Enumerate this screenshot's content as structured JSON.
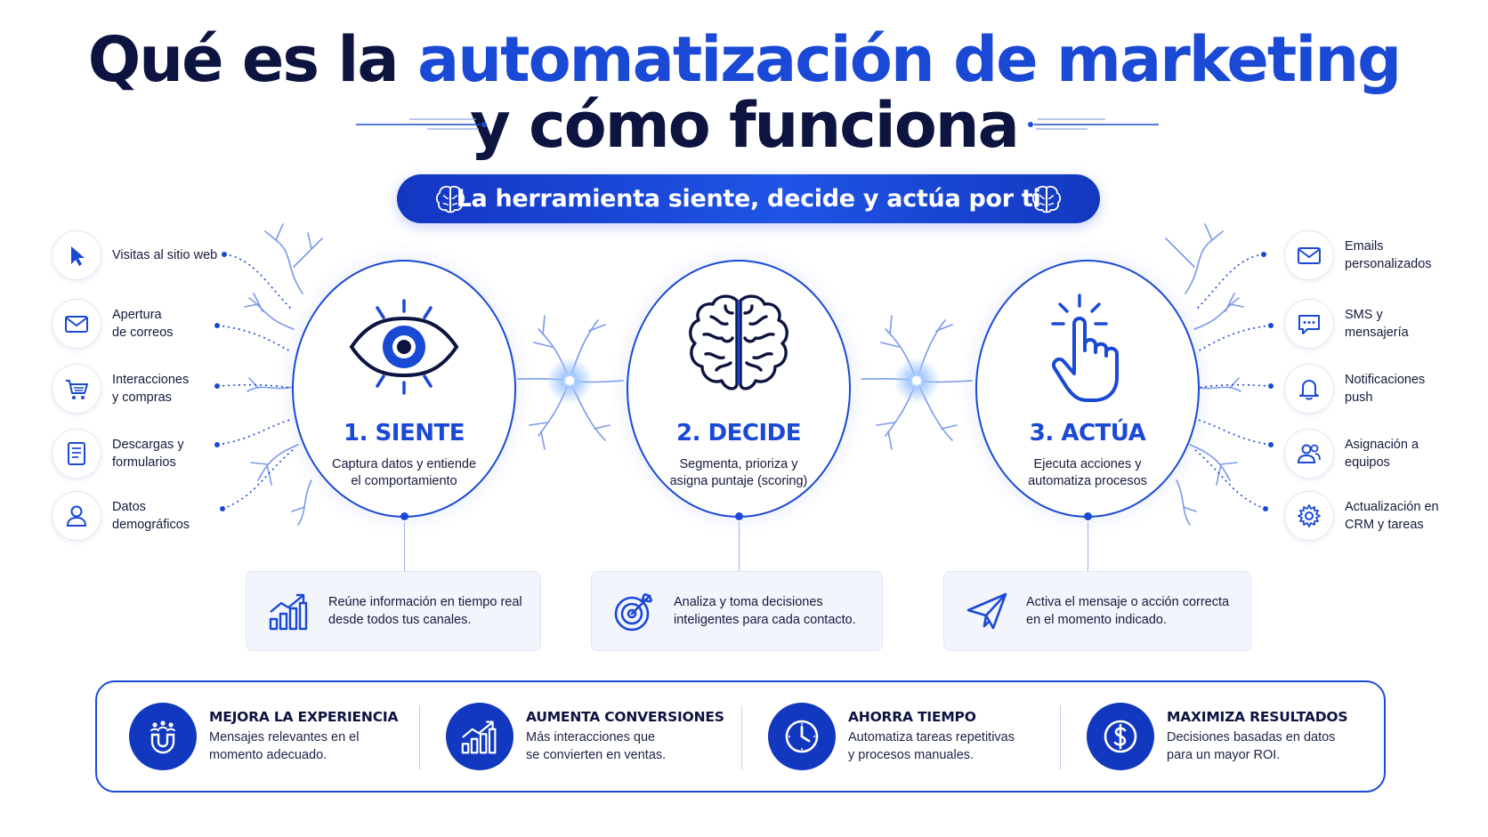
{
  "header": {
    "title_part1": "Qué es la ",
    "title_highlight": "automatización de marketing",
    "title_line2": "y cómo funciona",
    "subtitle": "La herramienta siente, decide y actúa por ti"
  },
  "inputs": [
    {
      "icon": "cursor-icon",
      "label": "Visitas al sitio web"
    },
    {
      "icon": "mail-icon",
      "label": "Apertura\nde correos"
    },
    {
      "icon": "cart-icon",
      "label": "Interacciones\ny compras"
    },
    {
      "icon": "form-icon",
      "label": "Descargas y\nformularios"
    },
    {
      "icon": "user-icon",
      "label": "Datos\ndemográficos"
    }
  ],
  "outputs": [
    {
      "icon": "mail-icon",
      "label": "Emails\npersonalizados"
    },
    {
      "icon": "chat-icon",
      "label": "SMS y\nmensajería"
    },
    {
      "icon": "bell-icon",
      "label": "Notificaciones\npush"
    },
    {
      "icon": "team-icon",
      "label": "Asignación a\nequipos"
    },
    {
      "icon": "gear-icon",
      "label": "Actualización en\nCRM y tareas"
    }
  ],
  "stages": [
    {
      "icon": "eye-icon",
      "title": "1. SIENTE",
      "desc": "Captura datos y entiende\nel comportamiento"
    },
    {
      "icon": "brain-icon",
      "title": "2. DECIDE",
      "desc": "Segmenta, prioriza y\nasigna puntaje (scoring)"
    },
    {
      "icon": "hand-pointer-icon",
      "title": "3. ACTÚA",
      "desc": "Ejecuta acciones y\nautomatiza procesos"
    }
  ],
  "cards": [
    {
      "icon": "growth-chart-icon",
      "text": "Reúne información en tiempo real\ndesde todos tus canales."
    },
    {
      "icon": "target-icon",
      "text": "Analiza y toma decisiones\ninteligentes para cada contacto."
    },
    {
      "icon": "paper-plane-icon",
      "text": "Activa el mensaje o acción correcta\nen el momento indicado."
    }
  ],
  "benefits": [
    {
      "icon": "magnet-icon",
      "title": "MEJORA LA EXPERIENCIA",
      "desc": "Mensajes relevantes en el\nmomento adecuado."
    },
    {
      "icon": "growth-chart-icon",
      "title": "AUMENTA CONVERSIONES",
      "desc": "Más interacciones que\nse convierten en ventas."
    },
    {
      "icon": "clock-icon",
      "title": "AHORRA TIEMPO",
      "desc": "Automatiza tareas repetitivas\ny procesos manuales."
    },
    {
      "icon": "dollar-icon",
      "title": "MAXIMIZA RESULTADOS",
      "desc": "Decisiones basadas en datos\npara un mayor ROI."
    }
  ],
  "colors": {
    "accent": "#1a49d6",
    "dark_blue": "#1238bf",
    "navy_text": "#0d1440",
    "card_bg": "#f2f5fc",
    "glow": "#7fb0ff"
  }
}
